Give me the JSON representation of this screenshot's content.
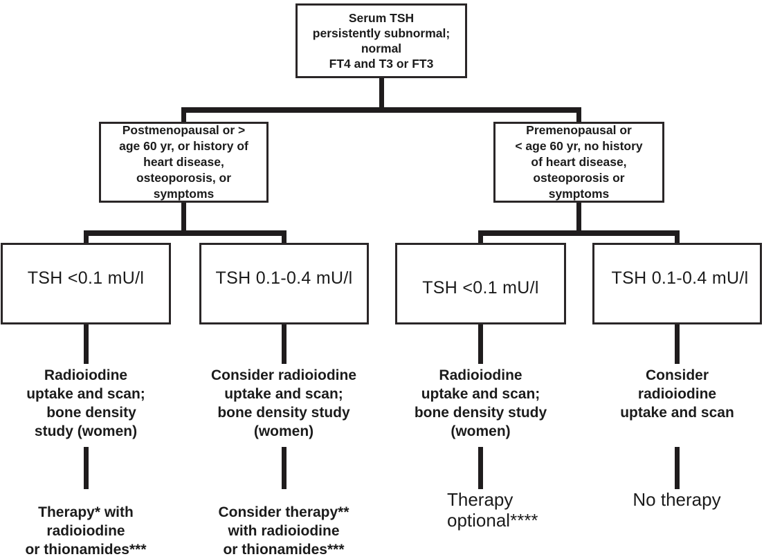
{
  "colors": {
    "line": "#1f1c1d",
    "border": "#2a2627",
    "text": "#1b1b1b",
    "background": "#ffffff"
  },
  "root": {
    "lines": [
      "Serum TSH",
      "persistently subnormal;",
      "normal",
      "FT4 and T3 or FT3"
    ]
  },
  "branches": {
    "left": {
      "lines": [
        "Postmenopausal or >",
        "age 60 yr, or history of",
        "heart disease,",
        "osteoporosis, or",
        "symptoms"
      ]
    },
    "right": {
      "lines": [
        "Premenopausal or",
        "< age 60 yr, no history",
        "of heart disease,",
        "osteoporosis or",
        "symptoms"
      ]
    }
  },
  "tsh_boxes": [
    {
      "label": "TSH <0.1 mU/l"
    },
    {
      "label": "TSH 0.1-0.4 mU/l"
    },
    {
      "label": "TSH <0.1 mU/l"
    },
    {
      "label": "TSH 0.1-0.4 mU/l"
    }
  ],
  "action_labels": [
    {
      "lines": [
        "Radioiodine",
        "uptake and scan;",
        "bone density",
        "study (women)"
      ]
    },
    {
      "lines": [
        "Consider radioiodine",
        "uptake and scan;",
        "bone density study",
        "(women)"
      ]
    },
    {
      "lines": [
        "Radioiodine",
        "uptake and scan;",
        "bone density study",
        "(women)"
      ]
    },
    {
      "lines": [
        "Consider",
        "radioiodine",
        "uptake and scan"
      ]
    }
  ],
  "therapy_labels": [
    {
      "lines": [
        "Therapy* with",
        "radioiodine",
        "or thionamides***"
      ]
    },
    {
      "lines": [
        "Consider therapy**",
        "with radioiodine",
        "or thionamides***"
      ]
    },
    {
      "lines": [
        "Therapy",
        "optional****"
      ]
    },
    {
      "lines": [
        "No therapy"
      ]
    }
  ]
}
